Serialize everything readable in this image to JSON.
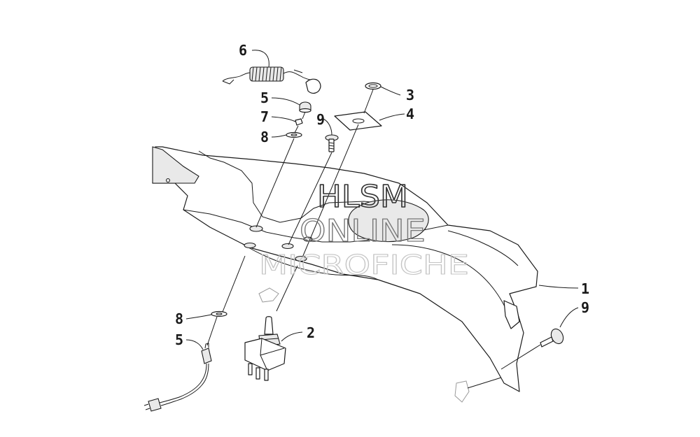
{
  "callouts": [
    {
      "id": "c6",
      "label": "6"
    },
    {
      "id": "c5a",
      "label": "5"
    },
    {
      "id": "c7",
      "label": "7"
    },
    {
      "id": "c8a",
      "label": "8"
    },
    {
      "id": "c9a",
      "label": "9"
    },
    {
      "id": "c3",
      "label": "3"
    },
    {
      "id": "c4",
      "label": "4"
    },
    {
      "id": "c1",
      "label": "1"
    },
    {
      "id": "c9b",
      "label": "9"
    },
    {
      "id": "c8b",
      "label": "8"
    },
    {
      "id": "c5b",
      "label": "5"
    },
    {
      "id": "c2",
      "label": "2"
    }
  ],
  "watermark": {
    "line1": "HLSM",
    "line2": "ONLINE",
    "line3": "MICROFICHE"
  },
  "colors": {
    "ink": "#1a1a1a",
    "background": "#ffffff"
  }
}
